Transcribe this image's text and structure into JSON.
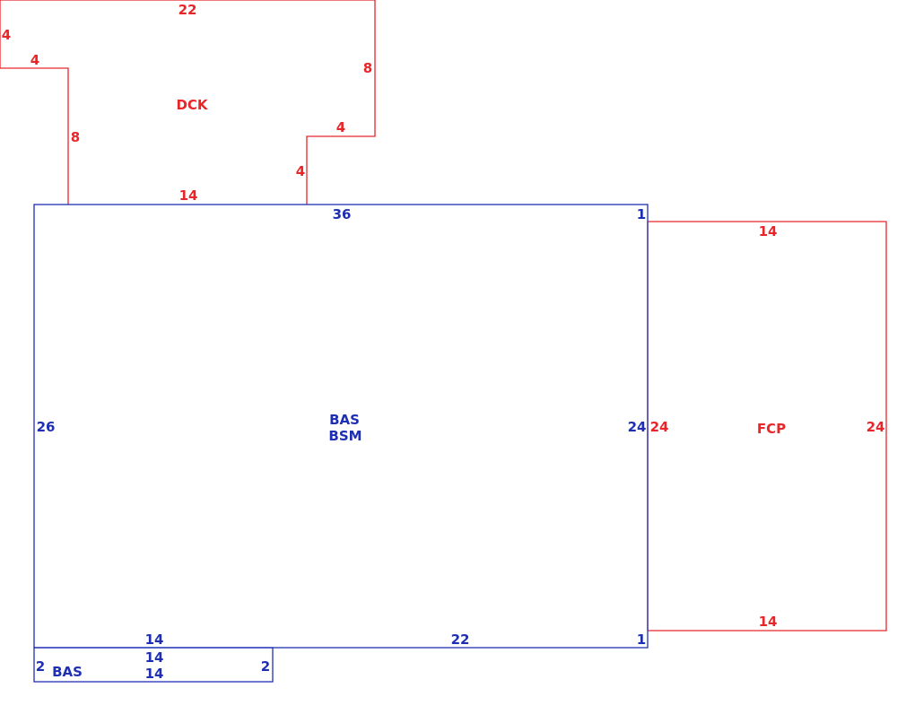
{
  "colors": {
    "red": "#e8262a",
    "blue": "#1e2fb3"
  },
  "dck": {
    "label": "DCK",
    "dims": {
      "top": "22",
      "left_step": "4",
      "step_top": "4",
      "left": "8",
      "right": "8",
      "notch_top": "4",
      "notch_side": "4",
      "bottom": "14"
    }
  },
  "main": {
    "label_bas": "BAS",
    "label_bsm": "BSM",
    "dims": {
      "top": "36",
      "top_right": "1",
      "left": "26",
      "right": "24",
      "bottom_left": "14",
      "bottom_right": "22",
      "bottom_corner": "1"
    }
  },
  "fcp": {
    "label": "FCP",
    "dims": {
      "top": "14",
      "left": "24",
      "right": "24",
      "bottom": "14"
    }
  },
  "bas_small": {
    "label": "BAS",
    "dims": {
      "left": "2",
      "right": "2",
      "top": "14",
      "bottom": "14"
    }
  }
}
